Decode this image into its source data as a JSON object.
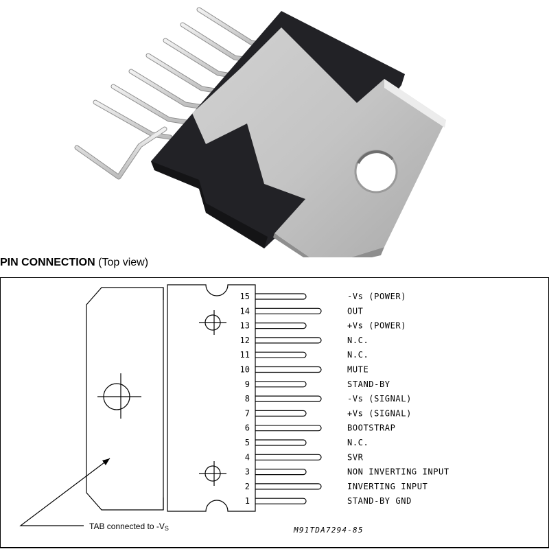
{
  "heading": {
    "bold": "PIN CONNECTION",
    "normal": "(Top view)"
  },
  "pins": [
    {
      "number": "15",
      "label": "-Vs (POWER)"
    },
    {
      "number": "14",
      "label": "OUT"
    },
    {
      "number": "13",
      "label": "+Vs (POWER)"
    },
    {
      "number": "12",
      "label": "N.C."
    },
    {
      "number": "11",
      "label": "N.C."
    },
    {
      "number": "10",
      "label": "MUTE"
    },
    {
      "number": "9",
      "label": "STAND-BY"
    },
    {
      "number": "8",
      "label": "-Vs (SIGNAL)"
    },
    {
      "number": "7",
      "label": "+Vs (SIGNAL)"
    },
    {
      "number": "6",
      "label": "BOOTSTRAP"
    },
    {
      "number": "5",
      "label": "N.C."
    },
    {
      "number": "4",
      "label": "SVR"
    },
    {
      "number": "3",
      "label": "NON INVERTING INPUT"
    },
    {
      "number": "2",
      "label": "INVERTING INPUT"
    },
    {
      "number": "1",
      "label": "STAND-BY GND"
    }
  ],
  "tab_note": {
    "text": "TAB connected to -V",
    "subscript": "S"
  },
  "reference_code": "M91TDA7294-85"
}
